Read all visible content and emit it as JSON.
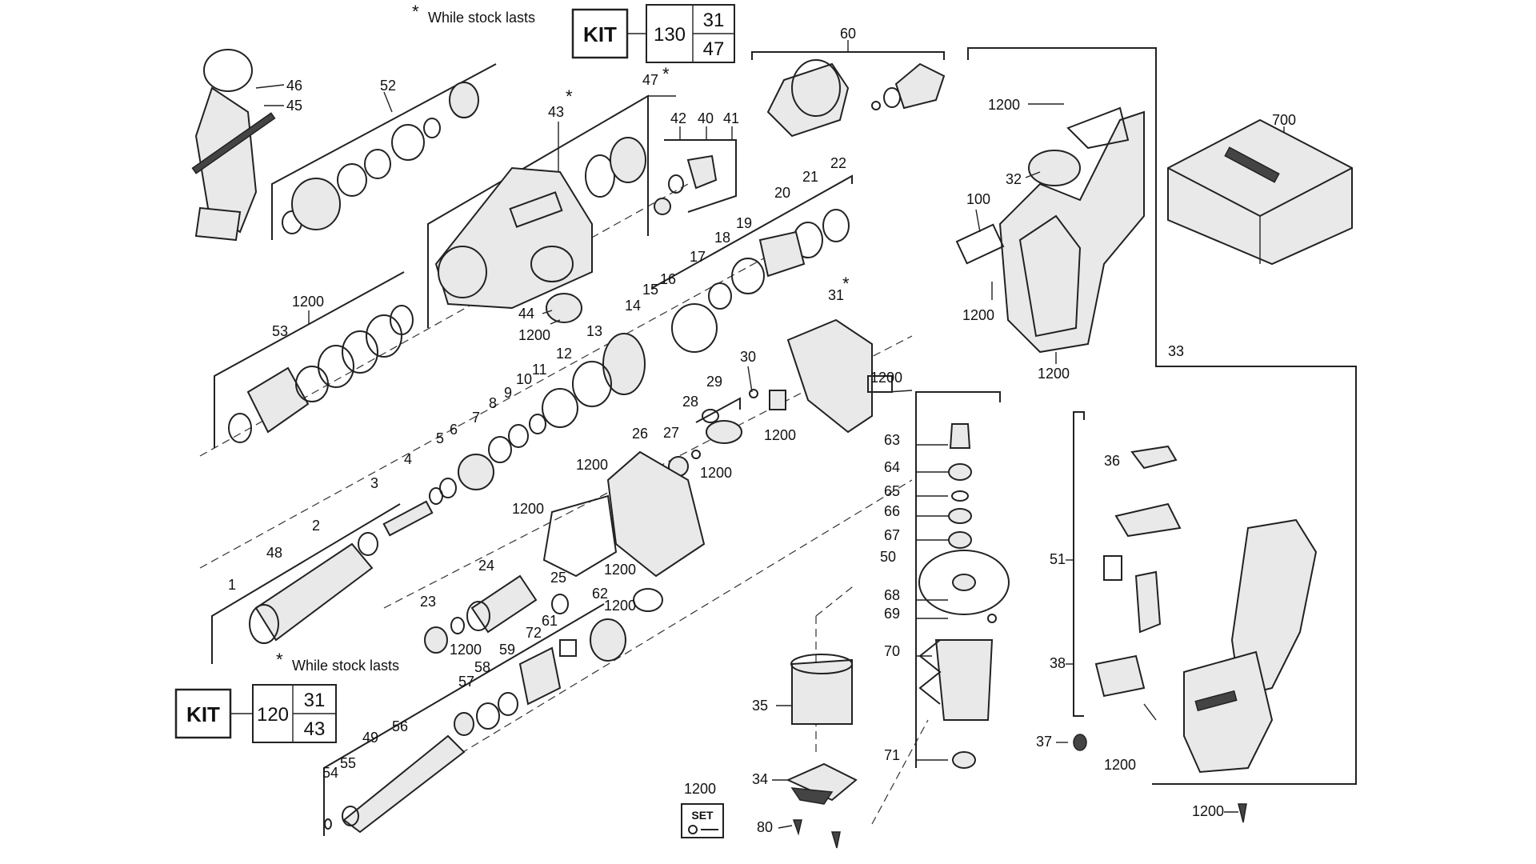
{
  "notes": {
    "top": "While stock lasts",
    "bottom": "While stock lasts",
    "star": "*"
  },
  "kits": {
    "top": {
      "word": "KIT",
      "main": "130",
      "upper": "31",
      "lower": "47"
    },
    "bottom": {
      "word": "KIT",
      "main": "120",
      "upper": "31",
      "lower": "43"
    }
  },
  "callouts": {
    "c46": "46",
    "c45": "45",
    "c52": "52",
    "c47": "47",
    "c43": "43",
    "c42": "42",
    "c40": "40",
    "c41": "41",
    "c60": "60",
    "c700": "700",
    "c1200_a": "1200",
    "c32": "32",
    "c100": "100",
    "c1200_b": "1200",
    "c1200_c": "1200",
    "c33": "33",
    "c22": "22",
    "c21": "21",
    "c20": "20",
    "c19": "19",
    "c18": "18",
    "c17": "17",
    "c16": "16",
    "c15": "15",
    "c14": "14",
    "c13": "13",
    "c12": "12",
    "c11": "11",
    "c10": "10",
    "c9": "9",
    "c8": "8",
    "c7": "7",
    "c6": "6",
    "c5": "5",
    "c4": "4",
    "c3": "3",
    "c2": "2",
    "c48": "48",
    "c1": "1",
    "c1200_d": "1200",
    "c53": "53",
    "c44": "44",
    "c1200_e": "1200",
    "c31": "31",
    "c30": "30",
    "c29": "29",
    "c28": "28",
    "c27": "27",
    "c26": "26",
    "c1200_f": "1200",
    "c1200_g": "1200",
    "c1200_h": "1200",
    "c1200_i": "1200",
    "c1200_j": "1200",
    "c1200_k": "1200",
    "c24": "24",
    "c25": "25",
    "c23": "23",
    "c1200_l": "1200",
    "c62": "62",
    "c61": "61",
    "c72": "72",
    "c59": "59",
    "c58": "58",
    "c57": "57",
    "c49": "49",
    "c56": "56",
    "c55": "55",
    "c54": "54",
    "c63": "63",
    "c64": "64",
    "c65": "65",
    "c66": "66",
    "c67": "67",
    "c50": "50",
    "c68": "68",
    "c69": "69",
    "c70": "70",
    "c71": "71",
    "c35": "35",
    "c34": "34",
    "c1200_m": "1200",
    "c80": "80",
    "c36": "36",
    "c51": "51",
    "c38": "38",
    "c37": "37",
    "c1200_n": "1200",
    "c1200_o": "1200"
  },
  "set_icon_text": "SET"
}
